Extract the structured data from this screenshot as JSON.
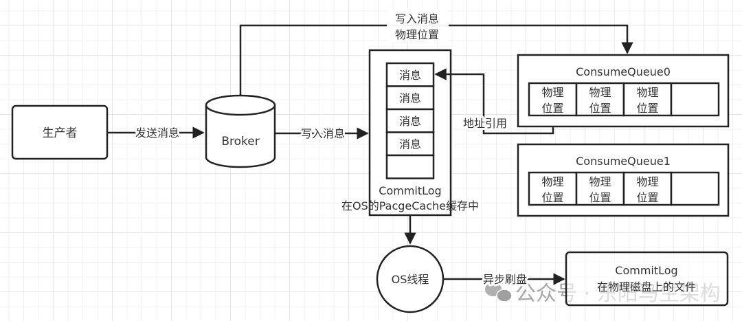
{
  "producer": {
    "label": "生产者"
  },
  "broker": {
    "label": "Broker"
  },
  "edges": {
    "producer_to_broker": "发送消息",
    "broker_to_commitlog": "写入消息",
    "broker_to_queue_line1": "写入消息",
    "broker_to_queue_line2": "物理位置",
    "address_ref": "地址引用",
    "async_flush": "异步刷盘"
  },
  "commitlog": {
    "title": "CommitLog",
    "subtitle": "在OS的PacgeCache缓存中",
    "cells": [
      "消息",
      "消息",
      "消息",
      "消息",
      ""
    ]
  },
  "consume_queues": [
    {
      "title": "ConsumeQueue0",
      "cells": [
        [
          "物理",
          "位置"
        ],
        [
          "物理",
          "位置"
        ],
        [
          "物理",
          "位置"
        ],
        [
          "",
          ""
        ]
      ]
    },
    {
      "title": "ConsumeQueue1",
      "cells": [
        [
          "物理",
          "位置"
        ],
        [
          "物理",
          "位置"
        ],
        [
          "物理",
          "位置"
        ],
        [
          "",
          ""
        ]
      ]
    }
  ],
  "os_thread": {
    "label": "OS线程"
  },
  "disk_commitlog": {
    "title": "CommitLog",
    "subtitle": "在物理磁盘上的文件"
  },
  "watermark": {
    "text": "公众号 · 东阳马生架构",
    "icon": "wechat-icon"
  }
}
